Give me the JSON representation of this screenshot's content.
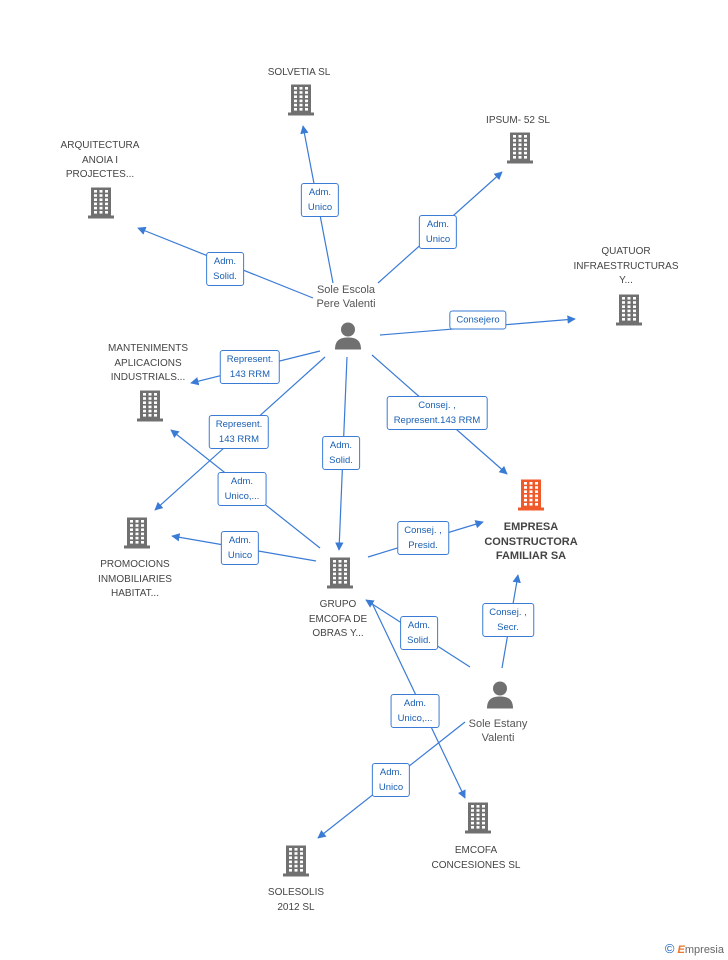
{
  "nodes": {
    "solvetia": {
      "lines": [
        "SOLVETIA SL"
      ],
      "kind": "company"
    },
    "ipsum": {
      "lines": [
        "IPSUM- 52 SL"
      ],
      "kind": "company"
    },
    "arquitectura": {
      "lines": [
        "ARQUITECTURA",
        "ANOIA I",
        "PROJECTES..."
      ],
      "kind": "company"
    },
    "quatuor": {
      "lines": [
        "QUATUOR",
        "INFRAESTRUCTURAS",
        "Y..."
      ],
      "kind": "company"
    },
    "sole_pere": {
      "lines": [
        "Sole Escola",
        "Pere Valenti"
      ],
      "kind": "person"
    },
    "manteniments": {
      "lines": [
        "MANTENIMENTS",
        "APLICACIONS",
        "INDUSTRIALS..."
      ],
      "kind": "company"
    },
    "empresa": {
      "lines": [
        "EMPRESA",
        "CONSTRUCTORA",
        "FAMILIAR SA"
      ],
      "kind": "target"
    },
    "promocions": {
      "lines": [
        "PROMOCIONS",
        "INMOBILIARIES",
        "HABITAT..."
      ],
      "kind": "company"
    },
    "grupo": {
      "lines": [
        "GRUPO",
        "EMCOFA DE",
        "OBRAS Y..."
      ],
      "kind": "company"
    },
    "sole_estany": {
      "lines": [
        "Sole Estany",
        "Valenti"
      ],
      "kind": "person"
    },
    "emcofa_conc": {
      "lines": [
        "EMCOFA",
        "CONCESIONES SL"
      ],
      "kind": "company"
    },
    "solesolis": {
      "lines": [
        "SOLESOLIS",
        "2012 SL"
      ],
      "kind": "company"
    }
  },
  "edges": [
    {
      "id": "e1",
      "lines": [
        "Adm.",
        "Unico"
      ]
    },
    {
      "id": "e2",
      "lines": [
        "Adm.",
        "Unico"
      ]
    },
    {
      "id": "e3",
      "lines": [
        "Adm.",
        "Solid."
      ]
    },
    {
      "id": "e4",
      "lines": [
        "Consejero"
      ]
    },
    {
      "id": "e5",
      "lines": [
        "Represent.",
        "143 RRM"
      ]
    },
    {
      "id": "e6",
      "lines": [
        "Represent.",
        "143 RRM"
      ]
    },
    {
      "id": "e7",
      "lines": [
        "Consej. ,",
        "Represent.143 RRM"
      ]
    },
    {
      "id": "e8",
      "lines": [
        "Adm.",
        "Solid."
      ]
    },
    {
      "id": "e9",
      "lines": [
        "Adm.",
        "Unico,..."
      ]
    },
    {
      "id": "e10",
      "lines": [
        "Adm.",
        "Unico"
      ]
    },
    {
      "id": "e11",
      "lines": [
        "Consej. ,",
        "Presid."
      ]
    },
    {
      "id": "e12",
      "lines": [
        "Consej. ,",
        "Secr."
      ]
    },
    {
      "id": "e13",
      "lines": [
        "Adm.",
        "Solid."
      ]
    },
    {
      "id": "e14",
      "lines": [
        "Adm.",
        "Unico,..."
      ]
    },
    {
      "id": "e15",
      "lines": [
        "Adm.",
        "Unico"
      ]
    }
  ],
  "colors": {
    "edge": "#3a7bd5",
    "company": "#707070",
    "target": "#f05a2b",
    "person": "#707070"
  },
  "brand": {
    "symbol": "©",
    "text": "mpresia",
    "e": "E"
  }
}
